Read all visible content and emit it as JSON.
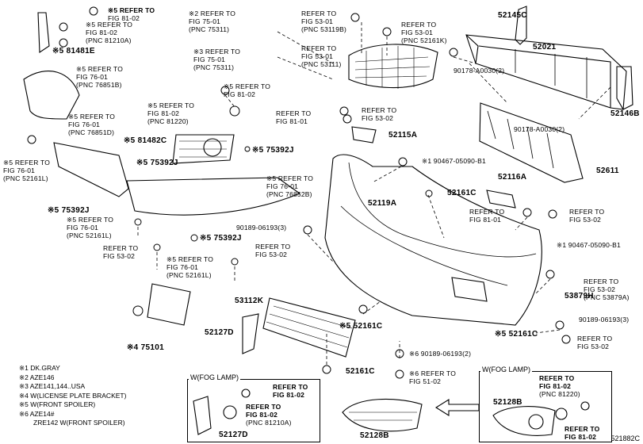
{
  "legend": [
    "※1 DK.GRAY",
    "※2 AZE146",
    "※3 AZE141,144..USA",
    "※4 W(LICENSE PLATE BRACKET)",
    "※5 W(FRONT SPOILER)",
    "※6 AZE14#",
    "ZRE142 W(FRONT SPOILER)"
  ],
  "fog_box_left": {
    "title": "W(FOG LAMP)",
    "ref1": "REFER TO\nFIG 81-02",
    "ref2": "REFER TO\nFIG 81-02",
    "ref2_pnc": "(PNC 81210A)",
    "part": "52127D"
  },
  "fog_box_right": {
    "title": "W(FOG LAMP)",
    "ref1": "REFER TO\nFIG 81-02",
    "ref1_pnc": "(PNC 81220)",
    "ref2": "REFER TO\nFIG 81-02",
    "part": "52128B"
  },
  "diagram_code": "521882C",
  "refs": {
    "r1": {
      "mark": "※5",
      "l1": "REFER TO",
      "l2": "FIG 81-02"
    },
    "r2": {
      "mark": "※5",
      "l1": "REFER TO",
      "l2": "FIG 81-02",
      "pnc": "(PNC 81210A)"
    },
    "r3": {
      "mark": "※5",
      "l1": "REFER TO",
      "l2": "FIG 76-01",
      "pnc": "(PNC 76851B)"
    },
    "r4": {
      "mark": "※5",
      "l1": "REFER TO",
      "l2": "FIG 76-01",
      "pnc": "(PNC 76851D)"
    },
    "r5": {
      "mark": "※5",
      "l1": "REFER TO",
      "l2": "FIG 76-01",
      "pnc": "(PNC 52161L)"
    },
    "r6": {
      "mark": "※2",
      "l1": "REFER TO",
      "l2": "FIG 75-01",
      "pnc": "(PNC 75311)"
    },
    "r7": {
      "mark": "※3",
      "l1": "REFER TO",
      "l2": "FIG 75-01",
      "pnc": "(PNC 75311)"
    },
    "r8": {
      "mark": "※5",
      "l1": "REFER TO",
      "l2": "FIG 81-02"
    },
    "r9": {
      "mark": "※5",
      "l1": "REFER TO",
      "l2": "FIG 81-02",
      "pnc": "(PNC 81220)"
    },
    "r10": {
      "mark": "",
      "l1": "REFER TO",
      "l2": "FIG 53-01",
      "pnc": "(PNC 53119B)"
    },
    "r11": {
      "mark": "",
      "l1": "REFER TO",
      "l2": "FIG 53-01",
      "pnc": "(PNC 52161K)"
    },
    "r12": {
      "mark": "",
      "l1": "REFER TO",
      "l2": "FIG 53-01",
      "pnc": "(PNC 53111)"
    },
    "r13": {
      "mark": "",
      "l1": "REFER TO",
      "l2": "FIG 81-01"
    },
    "r14": {
      "mark": "",
      "l1": "REFER TO",
      "l2": "FIG 53-02"
    },
    "r15": {
      "mark": "※5",
      "l1": "REFER TO",
      "l2": "FIG 76-01",
      "pnc": "(PNC 76852B)"
    },
    "r16": {
      "mark": "※5",
      "l1": "REFER TO",
      "l2": "FIG 76-01",
      "pnc": "(PNC 52161L)"
    },
    "r17": {
      "mark": "",
      "l1": "REFER TO",
      "l2": "FIG 53-02"
    },
    "r18": {
      "mark": "※5",
      "l1": "REFER TO",
      "l2": "FIG 76-01",
      "pnc": "(PNC 52161L)"
    },
    "r19": {
      "mark": "",
      "l1": "REFER TO",
      "l2": "FIG 53-02"
    },
    "r20": {
      "mark": "",
      "l1": "REFER TO",
      "l2": "FIG 81-01"
    },
    "r21": {
      "mark": "",
      "l1": "REFER TO",
      "l2": "FIG 53-02"
    },
    "r22": {
      "mark": "",
      "l1": "REFER TO",
      "l2": "FIG 53-02",
      "pnc": "(PNC 53879A)"
    },
    "r23": {
      "mark": "",
      "l1": "REFER TO",
      "l2": "FIG 53-02"
    },
    "r24": {
      "mark": "※6",
      "l1": "REFER TO",
      "l2": "FIG 51-02"
    }
  },
  "parts": {
    "p81481E": "※5 81481E",
    "p81482C": "※5 81482C",
    "p75392J_a": "※5 75392J",
    "p75392J_b": "※5 75392J",
    "p75392J_c": "※5 75392J",
    "p75392J_d": "※5 75392J",
    "p52145C": "52145C",
    "p52021": "52021",
    "p90178_a": "90178-A0030(2)",
    "p90178_b": "90178-A0030(2)",
    "p52146B": "52146B",
    "p52611": "52611",
    "p52115A": "52115A",
    "p90467_a": "※1 90467-05090-B1",
    "p90467_b": "※1 90467-05090-B1",
    "p52116A": "52116A",
    "p52161C_a": "52161C",
    "p52161C_b": "※5 52161C",
    "p52161C_c": "※5 52161C",
    "p52161C_d": "52161C",
    "p52119A": "52119A",
    "p90189_a": "90189-06193(3)",
    "p90189_b": "90189-06193(3)",
    "p90189_c": "※6 90189-06193(2)",
    "p53879H": "53879H",
    "p53112K": "53112K",
    "p52127D": "52127D",
    "p75101": "※4 75101",
    "p52128B": "52128B"
  }
}
